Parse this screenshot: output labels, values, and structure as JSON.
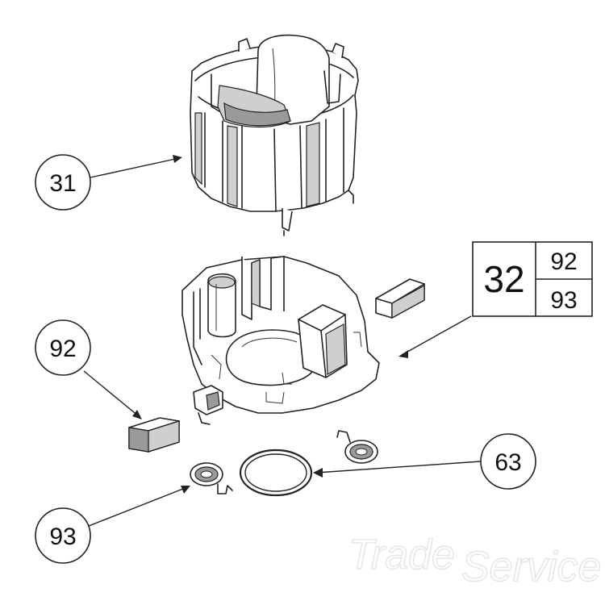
{
  "callouts": {
    "c31": "31",
    "c92": "92",
    "c93": "93",
    "c63": "63"
  },
  "kit": {
    "main": "32",
    "sub_top": "92",
    "sub_bottom": "93"
  },
  "watermark": {
    "word1": "Trade",
    "word2": "Service"
  },
  "parts": {
    "p31_icon": "stator-housing-icon",
    "p32_icon": "brush-holder-icon",
    "p92_icon": "carbon-brush-icon",
    "p93_icon": "brush-spring-icon",
    "p63_icon": "o-ring-icon"
  }
}
